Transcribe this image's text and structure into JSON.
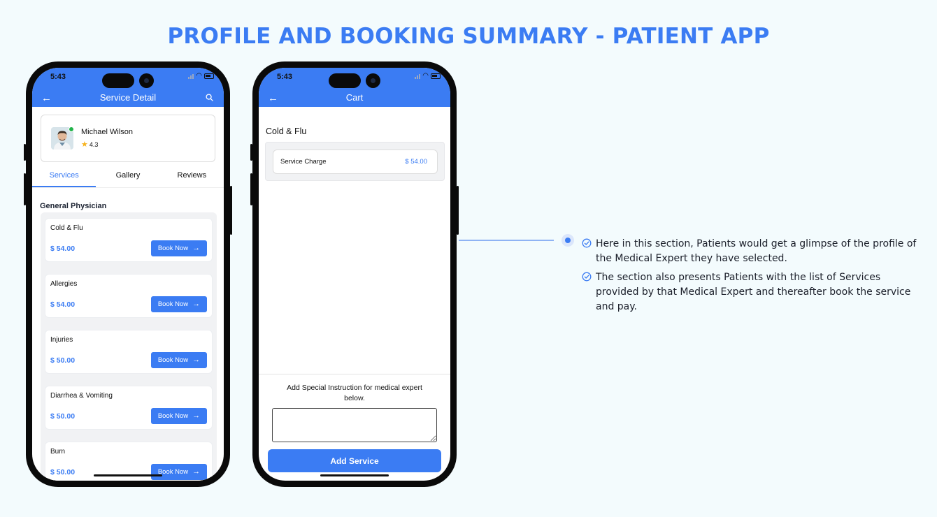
{
  "page_title": "PROFILE AND BOOKING SUMMARY - PATIENT APP",
  "colors": {
    "accent": "#3b7cf3",
    "online": "#21b34a",
    "star": "#f6b21c",
    "background": "#f3fbfd"
  },
  "phone1": {
    "status_time": "5:43",
    "title": "Service Detail",
    "icons": {
      "back": "arrow-left-icon",
      "search": "search-icon"
    },
    "profile": {
      "name": "Michael Wilson",
      "rating": "4.3",
      "online": true
    },
    "tabs": [
      {
        "label": "Services",
        "active": true
      },
      {
        "label": "Gallery",
        "active": false
      },
      {
        "label": "Reviews",
        "active": false
      }
    ],
    "section_heading": "General Physician",
    "book_label": "Book Now",
    "services": [
      {
        "name": "Cold & Flu",
        "price": "$ 54.00"
      },
      {
        "name": "Allergies",
        "price": "$ 54.00"
      },
      {
        "name": "Injuries",
        "price": "$ 50.00"
      },
      {
        "name": "Diarrhea & Vomiting",
        "price": "$ 50.00"
      },
      {
        "name": "Burn",
        "price": "$ 50.00"
      }
    ]
  },
  "phone2": {
    "status_time": "5:43",
    "title": "Cart",
    "cart_heading": "Cold & Flu",
    "charge_label": "Service Charge",
    "charge_value": "$ 54.00",
    "instruction_label": "Add Special Instruction for medical expert below.",
    "add_button": "Add Service"
  },
  "notes": [
    "Here in this section, Patients would get a glimpse of the profile of the Medical Expert they have selected.",
    "The section also presents Patients with the list of Services provided by that Medical Expert and thereafter book the service and pay."
  ]
}
